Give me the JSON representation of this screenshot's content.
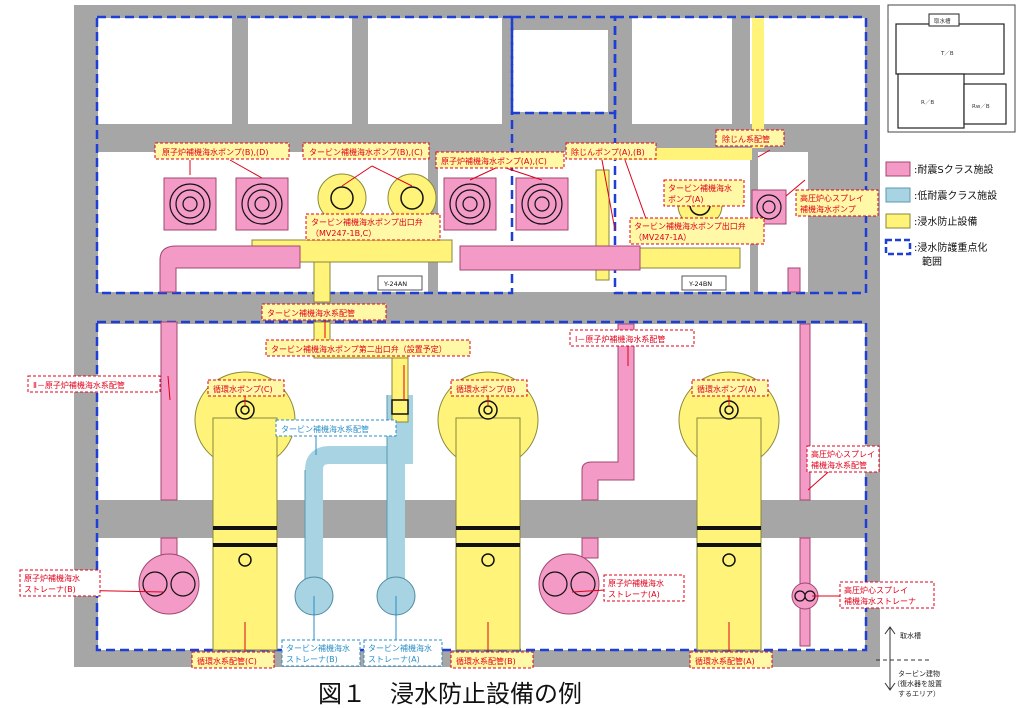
{
  "caption": "図１　浸水防止設備の例",
  "colors": {
    "seismic_s": "#f39ac6",
    "low_seismic": "#a7d3e3",
    "flood_prevention": "#fff37a",
    "boundary": "#1d3fd6",
    "wall": "#a6a6a6",
    "label_red": "#e0001a",
    "label_blue": "#2a8fc8"
  },
  "legend": [
    {
      "key": "seismic_s",
      "text": ":耐震Sクラス施設"
    },
    {
      "key": "low_seismic",
      "text": ":低耐震クラス施設"
    },
    {
      "key": "flood_prevention",
      "text": ":浸水防止設備"
    },
    {
      "key": "boundary",
      "text": ":浸水防護重点化",
      "text2": "範囲"
    }
  ],
  "inset": {
    "intake": "取水槽",
    "tb": "T／B",
    "rb": "R／B",
    "rwb": "Rw／B"
  },
  "tags": {
    "y24an": "Y-24AN",
    "y24bn": "Y-24BN"
  },
  "labels": {
    "reactor_pump_bd": "原子炉補機海水ポンプ(B),(D)",
    "turbine_pump_bc": "タービン補機海水ポンプ(B),(C)",
    "turbine_outlet_bc_1": "タービン補機海水ポンプ出口弁",
    "turbine_outlet_bc_2": "（MV247-1B,C）",
    "reactor_pump_ac": "原子炉補機海水ポンプ(A),(C)",
    "dust_pump": "除じんポンプ(A),(B)",
    "dust_piping": "除じん系配管",
    "turbine_pump_a_1": "タービン補機海水",
    "turbine_pump_a_2": "ポンプ(A)",
    "hpcs_pump_1": "高圧炉心スプレイ",
    "hpcs_pump_2": "補機海水ポンプ",
    "turbine_outlet_a_1": "タービン補機海水ポンプ出口弁",
    "turbine_outlet_a_2": "（MV247-1A）",
    "turbine_piping": "タービン補機海水系配管",
    "second_outlet": "タービン補機海水ポンプ第二出口弁（設置予定）",
    "reactor_piping_1": "Ⅰ－原子炉補機海水系配管",
    "reactor_piping_2": "Ⅱ－原子炉補機海水系配管",
    "hpcs_piping_1": "高圧炉心スプレイ",
    "hpcs_piping_2": "補機海水系配管",
    "circ_pump_c": "循環水ポンプ(C)",
    "circ_pump_b": "循環水ポンプ(B)",
    "circ_pump_a": "循環水ポンプ(A)",
    "turbine_piping_blue": "タービン補機海水系配管",
    "reactor_strainer_b_1": "原子炉補機海水",
    "reactor_strainer_b_2": "ストレーナ(B)",
    "reactor_strainer_a_1": "原子炉補機海水",
    "reactor_strainer_a_2": "ストレーナ(A)",
    "hpcs_strainer_1": "高圧炉心スプレイ",
    "hpcs_strainer_2": "補機海水ストレーナ",
    "turbine_strainer_b_1": "タービン補機海水",
    "turbine_strainer_b_2": "ストレーナ(B)",
    "turbine_strainer_a_1": "タービン補機海水",
    "turbine_strainer_a_2": "ストレーナ(A)",
    "circ_piping_c": "循環水系配管(C)",
    "circ_piping_b": "循環水系配管(B)",
    "circ_piping_a": "循環水系配管(A)"
  },
  "direction": {
    "up": "取水槽",
    "down_1": "タービン建物",
    "down_2": "（復水器を設置",
    "down_3": "するエリア）"
  }
}
